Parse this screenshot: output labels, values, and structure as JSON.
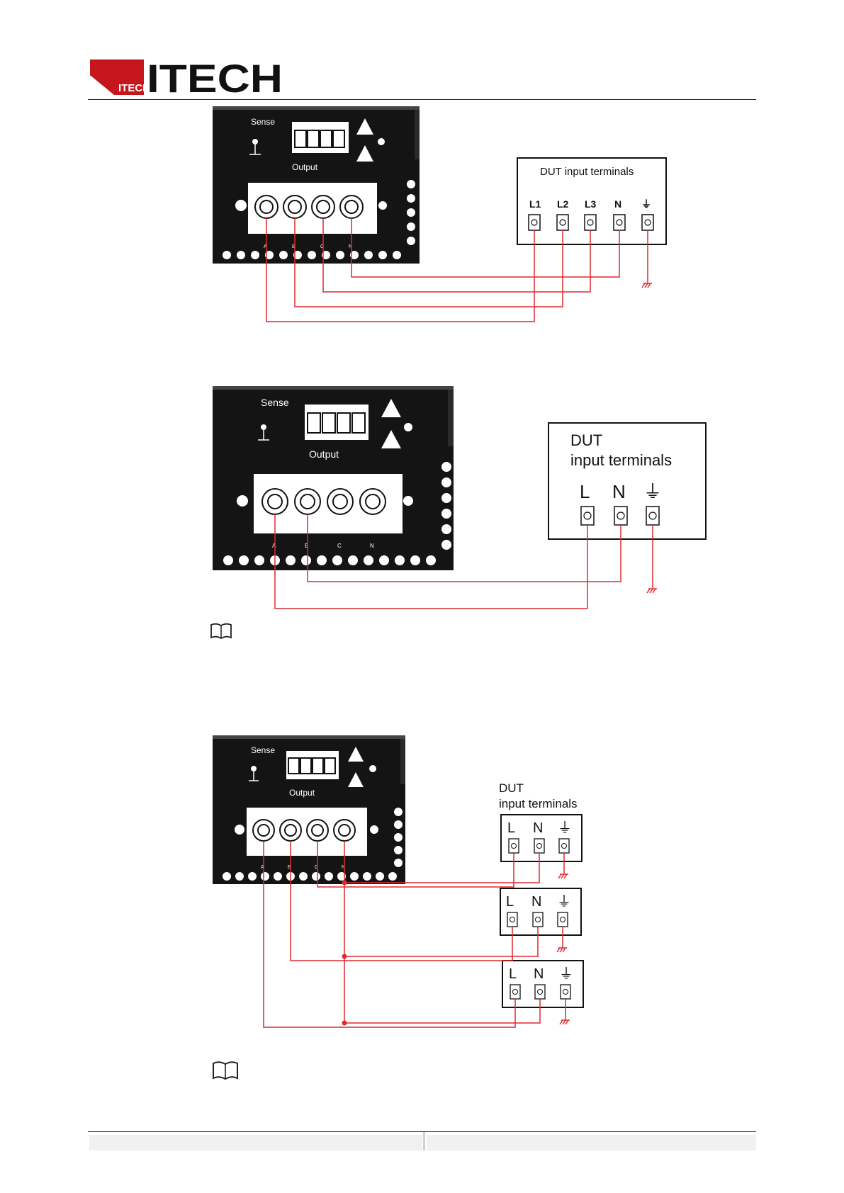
{
  "header": {
    "logo_text": "ITECH",
    "logo_badge_text": "ITECH"
  },
  "diagram1": {
    "panel": {
      "sense_label": "Sense",
      "output_label": "Output",
      "terminal_letters": [
        "A",
        "B",
        "C",
        "N"
      ]
    },
    "dut_title": "DUT input terminals",
    "dut_terminals": [
      "L1",
      "L2",
      "L3",
      "N",
      "⏚"
    ]
  },
  "diagram2": {
    "panel": {
      "sense_label": "Sense",
      "output_label": "Output",
      "terminal_letters": [
        "A",
        "B",
        "C",
        "N"
      ]
    },
    "dut_title_line1": "DUT",
    "dut_title_line2": "input terminals",
    "dut_terminals": [
      "L",
      "N",
      "⏚"
    ]
  },
  "diagram3": {
    "panel": {
      "sense_label": "Sense",
      "output_label": "Output",
      "terminal_letters": [
        "A",
        "B",
        "C",
        "N"
      ]
    },
    "dut_title_line1": "DUT",
    "dut_title_line2": "input terminals",
    "dut_terminals": [
      "L",
      "N",
      "⏚"
    ]
  },
  "colors": {
    "wire": "#e0292f",
    "panel": "#141414",
    "logo_red": "#c4161c"
  },
  "icons": [
    "manual-book-icon",
    "manual-book-icon"
  ]
}
